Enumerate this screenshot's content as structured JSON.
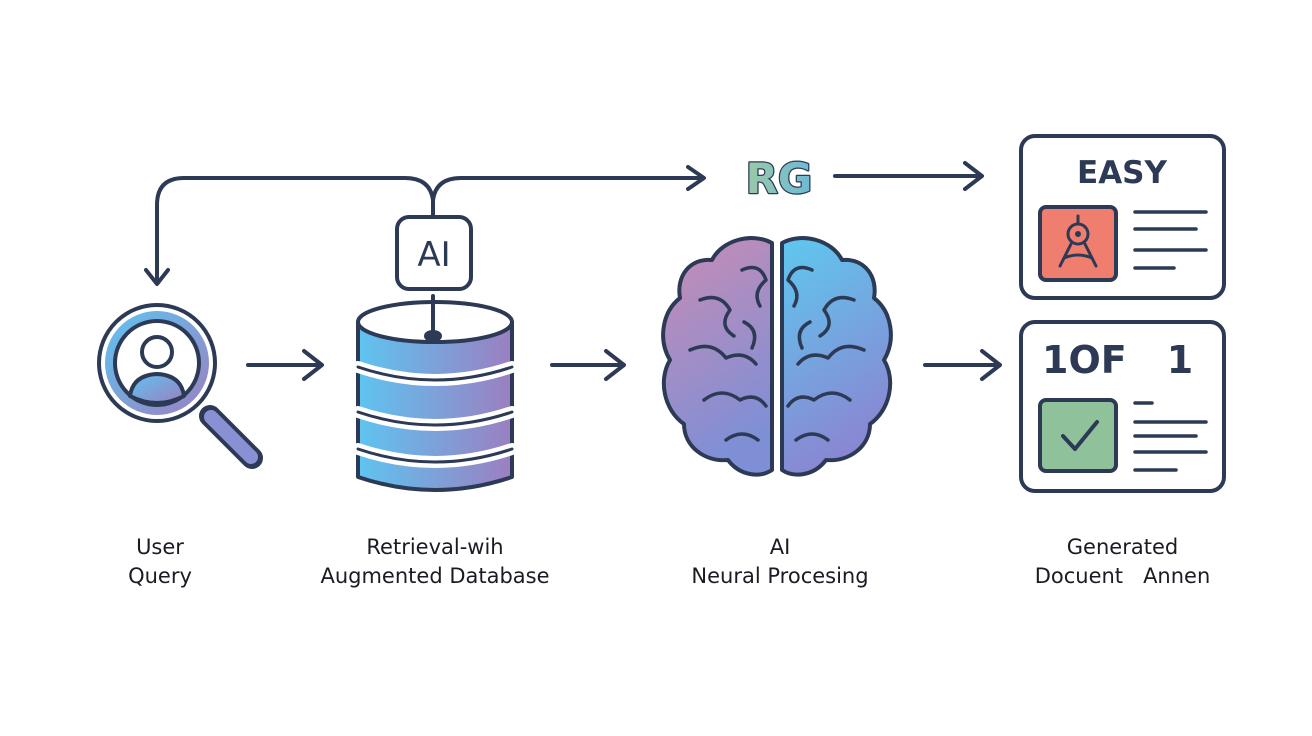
{
  "palette": {
    "stroke": "#2c3a55",
    "gradient_start": "#5ec4f0",
    "gradient_end": "#9b7fc1",
    "brain_left": "#c48fb8",
    "coral": "#f07e6e",
    "green": "#8fc19a",
    "background": "#ffffff"
  },
  "top_flow": {
    "badge_text": "RG",
    "ai_badge_text": "AI"
  },
  "nodes": {
    "query": {
      "icon": "search-user-icon",
      "line1": "User",
      "line2": "Query"
    },
    "database": {
      "icon": "database-icon",
      "line1": "Retrieval-wih",
      "line2": "Augmented Database"
    },
    "neural": {
      "icon": "brain-icon",
      "line1": "AI",
      "line2": "Neural Procesing"
    },
    "documents": {
      "line1": "Generated",
      "line2": "Docuent   Annen"
    }
  },
  "doc_top": {
    "title": "EASY",
    "icon": "compass-icon"
  },
  "doc_bottom": {
    "left_text": "1OF",
    "right_text": "1",
    "icon": "check-icon"
  }
}
